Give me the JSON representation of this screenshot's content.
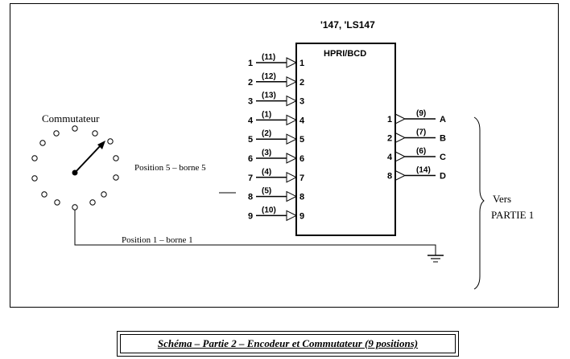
{
  "chip": {
    "part_numbers": "'147, 'LS147",
    "name": "HPRI/BCD",
    "inputs": [
      {
        "pin": "(11)",
        "label": "1"
      },
      {
        "pin": "(12)",
        "label": "2"
      },
      {
        "pin": "(13)",
        "label": "3"
      },
      {
        "pin": "(1)",
        "label": "4"
      },
      {
        "pin": "(2)",
        "label": "5"
      },
      {
        "pin": "(3)",
        "label": "6"
      },
      {
        "pin": "(4)",
        "label": "7"
      },
      {
        "pin": "(5)",
        "label": "8"
      },
      {
        "pin": "(10)",
        "label": "9"
      }
    ],
    "outputs": [
      {
        "weight": "1",
        "pin": "(9)",
        "label": "A"
      },
      {
        "weight": "2",
        "pin": "(7)",
        "label": "B"
      },
      {
        "weight": "4",
        "pin": "(6)",
        "label": "C"
      },
      {
        "weight": "8",
        "pin": "(14)",
        "label": "D"
      }
    ]
  },
  "switch": {
    "title": "Commutateur",
    "position5_label": "Position 5 – borne 5",
    "position1_label": "Position 1 – borne 1"
  },
  "output_destination": {
    "line1": "Vers",
    "line2": "PARTIE 1"
  },
  "caption": "Schéma – Partie 2 – Encodeur et Commutateur (9 positions)"
}
